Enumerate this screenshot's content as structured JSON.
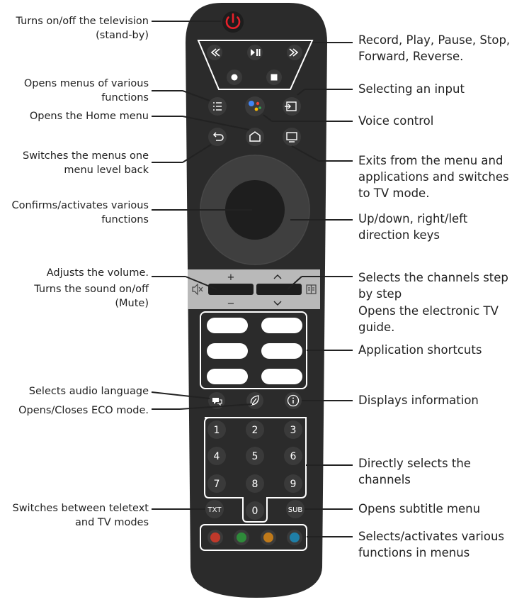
{
  "callouts_left": [
    {
      "id": "power",
      "lines": [
        "Turns on/off the television",
        "(stand-by)"
      ]
    },
    {
      "id": "menus",
      "lines": [
        "Opens menus of various",
        "functions"
      ]
    },
    {
      "id": "home",
      "lines": [
        "Opens the Home menu"
      ]
    },
    {
      "id": "back",
      "lines": [
        "Switches the menus one",
        "menu level back"
      ]
    },
    {
      "id": "ok",
      "lines": [
        "Confirms/activates various",
        "functions"
      ]
    },
    {
      "id": "volume",
      "lines": [
        "Adjusts the volume."
      ]
    },
    {
      "id": "mute",
      "lines": [
        "Turns the sound on/off",
        "(Mute)"
      ]
    },
    {
      "id": "audio",
      "lines": [
        "Selects audio language"
      ]
    },
    {
      "id": "eco",
      "lines": [
        "Opens/Closes ECO mode."
      ]
    },
    {
      "id": "teletext",
      "lines": [
        "Switches between teletext",
        "and TV modes"
      ]
    }
  ],
  "callouts_right": [
    {
      "id": "media",
      "lines": [
        "Record, Play, Pause, Stop,",
        "Forward, Reverse."
      ]
    },
    {
      "id": "input",
      "lines": [
        "Selecting an input"
      ]
    },
    {
      "id": "voice",
      "lines": [
        "Voice control"
      ]
    },
    {
      "id": "exit",
      "lines": [
        "Exits from the menu and",
        "applications and switches",
        "to TV mode."
      ]
    },
    {
      "id": "direction",
      "lines": [
        "Up/down, right/left",
        "direction keys"
      ]
    },
    {
      "id": "channels",
      "lines": [
        "Selects the channels step",
        "by step"
      ]
    },
    {
      "id": "guide",
      "lines": [
        "Opens the electronic TV",
        "guide."
      ]
    },
    {
      "id": "apps",
      "lines": [
        "Application shortcuts"
      ]
    },
    {
      "id": "info",
      "lines": [
        "Displays information"
      ]
    },
    {
      "id": "digits",
      "lines": [
        "Directly selects the",
        "channels"
      ]
    },
    {
      "id": "subtitle",
      "lines": [
        "Opens subtitle menu"
      ]
    },
    {
      "id": "color",
      "lines": [
        "Selects/activates various",
        "functions in menus"
      ]
    }
  ],
  "remote": {
    "volume_plus": "+",
    "volume_minus": "−",
    "channel_up": "^",
    "channel_down": "v",
    "digits": [
      "1",
      "2",
      "3",
      "4",
      "5",
      "6",
      "7",
      "8",
      "9",
      "0"
    ],
    "txt_label": "TXT",
    "sub_label": "SUB",
    "color_keys": [
      "#c0392b",
      "#2e8b3a",
      "#c07a1a",
      "#1f7fa8"
    ],
    "power_color": "#e8202a",
    "body_color": "#2b2b2b",
    "rocker_color": "#b9b9b9"
  }
}
